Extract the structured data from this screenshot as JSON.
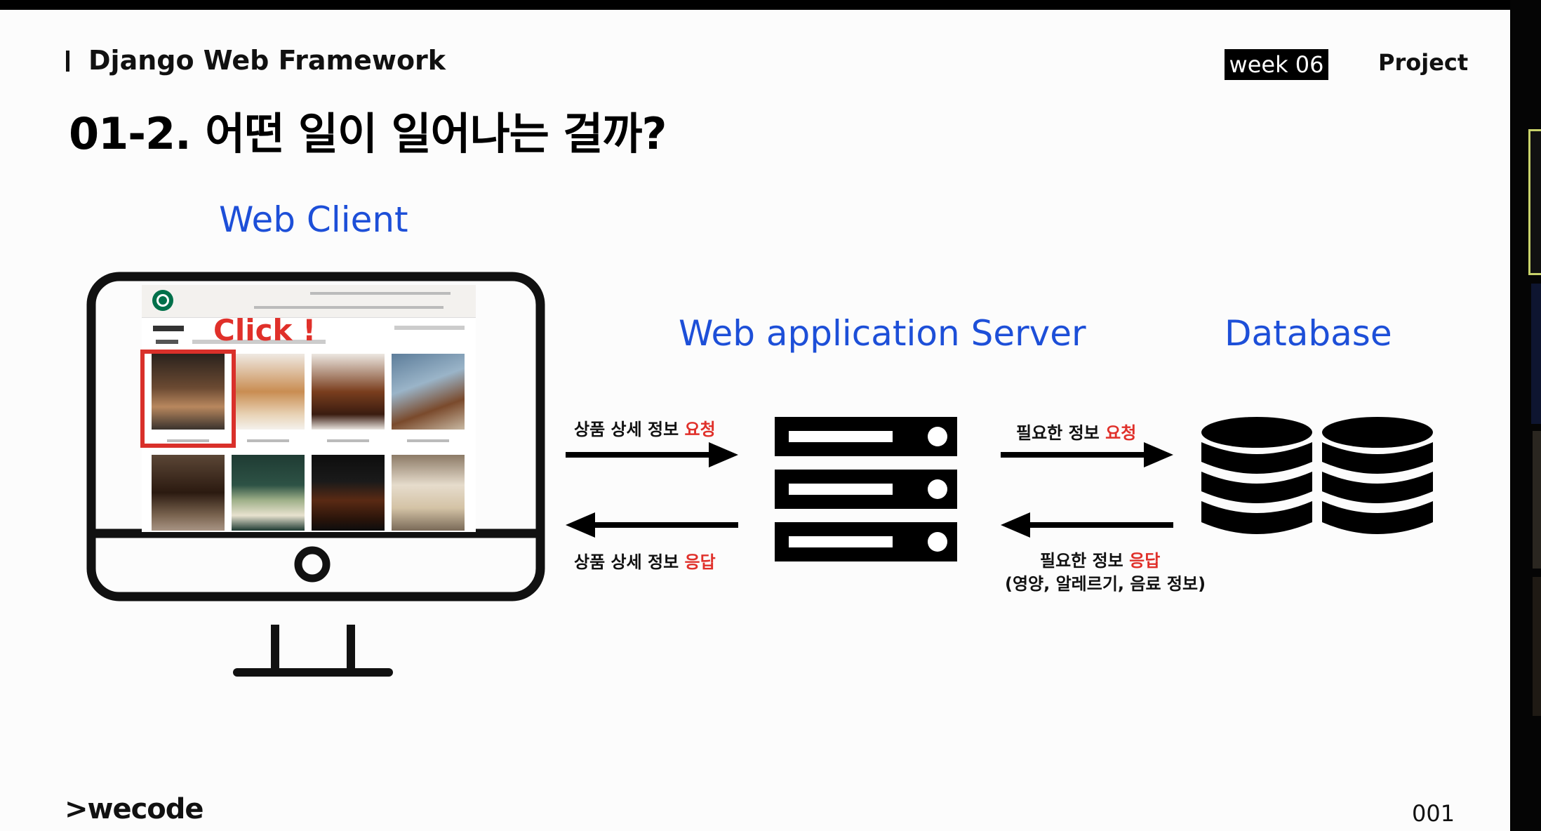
{
  "header": {
    "section": "Django Web Framework",
    "title": "01-2. 어떤 일이 일어나는 걸까?",
    "week_badge": "week 06",
    "project": "Project"
  },
  "diagram": {
    "client_label": "Web Client",
    "server_label": "Web application Server",
    "database_label": "Database",
    "click_label": "Click !",
    "request_to_server": {
      "text": "상품 상세 정보 ",
      "highlight": "요청"
    },
    "response_from_server": {
      "text": "상품 상세 정보 ",
      "highlight": "응답"
    },
    "request_to_db": {
      "text": "필요한 정보 ",
      "highlight": "요청"
    },
    "response_from_db": {
      "text": "필요한 정보 ",
      "highlight": "응답"
    },
    "response_detail": "(영양, 알레르기, 음료 정보)"
  },
  "footer": {
    "logo": ">wecode",
    "page_number": "001"
  },
  "icons": [
    "monitor-icon",
    "server-icon",
    "database-icon",
    "arrow-right-icon",
    "arrow-left-icon"
  ],
  "colors": {
    "accent_blue": "#1d4fd8",
    "highlight_red": "#e0302a"
  }
}
